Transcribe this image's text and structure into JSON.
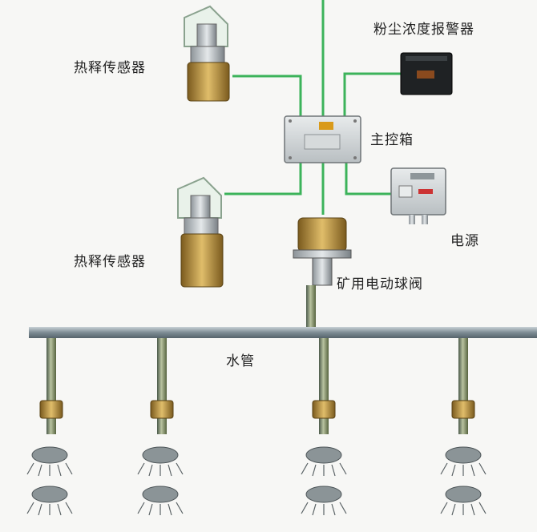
{
  "labels": {
    "heat_sensor_top": "热释传感器",
    "heat_sensor_bottom": "热释传感器",
    "dust_alarm": "粉尘浓度报警器",
    "main_box": "主控箱",
    "power": "电源",
    "valve": "矿用电动球阀",
    "water_pipe": "水管"
  },
  "colors": {
    "cable": "#3cb35a",
    "pipe": "#7f8f98",
    "brass": "#b0882f",
    "background": "#f7f7f5"
  },
  "icons": {
    "heat_sensor": "pyroelectric-sensor-icon",
    "dust_alarm": "dust-alarm-icon",
    "main_box": "control-box-icon",
    "power": "power-supply-icon",
    "valve": "ball-valve-icon",
    "nozzle": "spray-nozzle-icon"
  }
}
